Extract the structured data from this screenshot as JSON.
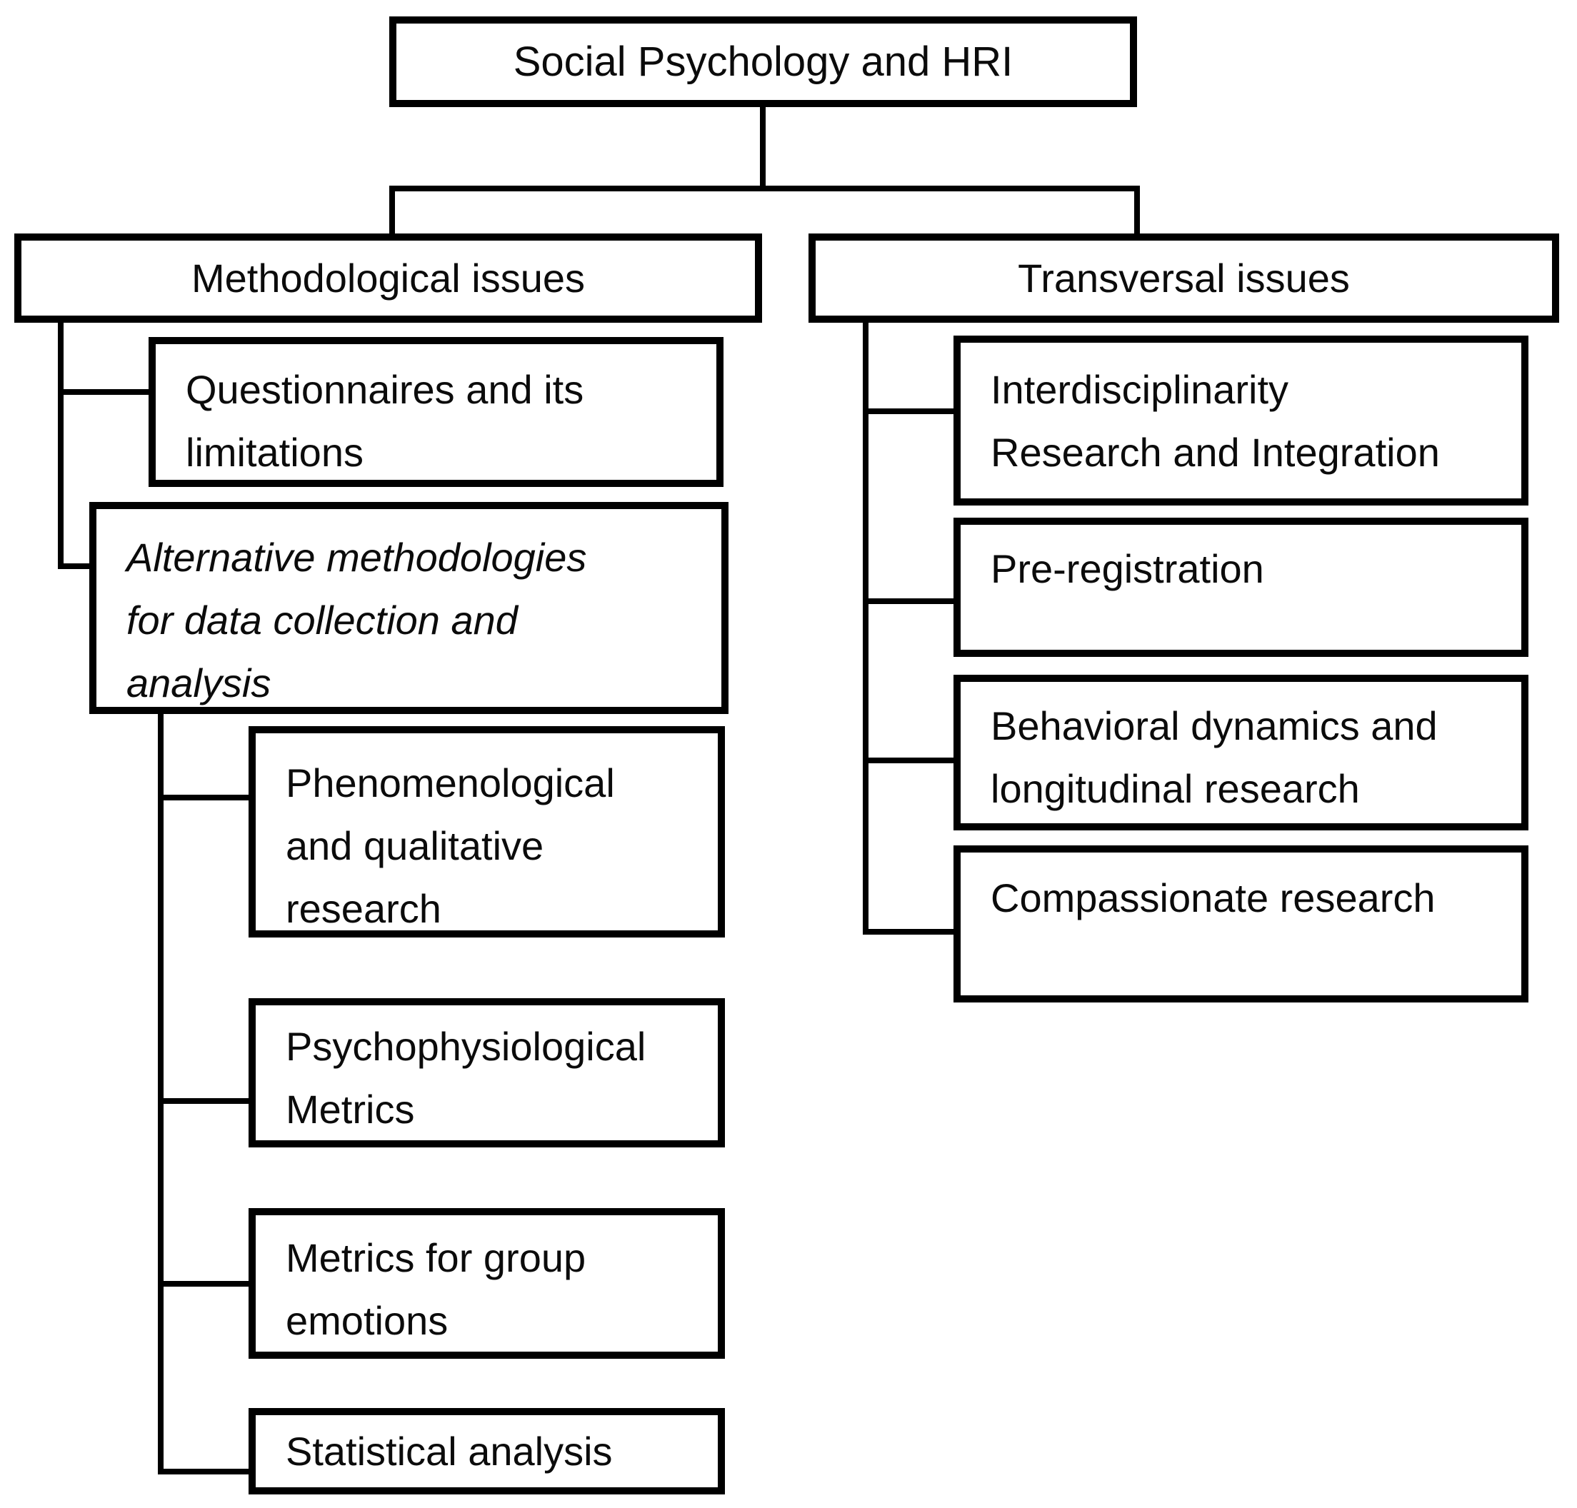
{
  "style": {
    "background": "#ffffff",
    "line_color": "#000000",
    "text_color": "#0b0b0b"
  },
  "tree": {
    "root": {
      "label": "Social Psychology and HRI"
    },
    "branches": [
      {
        "label": "Methodological issues",
        "children": [
          {
            "lines": [
              "Questionnaires and its",
              "limitations"
            ]
          },
          {
            "lines": [
              "Alternative methodologies",
              "for data collection and",
              "analysis"
            ],
            "emphasis": "italic",
            "children": [
              {
                "lines": [
                  "Phenomenological",
                  "and qualitative",
                  "research"
                ]
              },
              {
                "lines": [
                  "Psychophysiological",
                  "Metrics"
                ]
              },
              {
                "lines": [
                  "Metrics for group",
                  "emotions"
                ]
              },
              {
                "lines": [
                  "Statistical analysis"
                ]
              }
            ]
          }
        ]
      },
      {
        "label": "Transversal issues",
        "children": [
          {
            "lines": [
              "Interdisciplinarity",
              "Research and Integration"
            ]
          },
          {
            "lines": [
              "Pre-registration"
            ]
          },
          {
            "lines": [
              "Behavioral dynamics and",
              "longitudinal research"
            ]
          },
          {
            "lines": [
              "Compassionate research"
            ]
          }
        ]
      }
    ]
  }
}
